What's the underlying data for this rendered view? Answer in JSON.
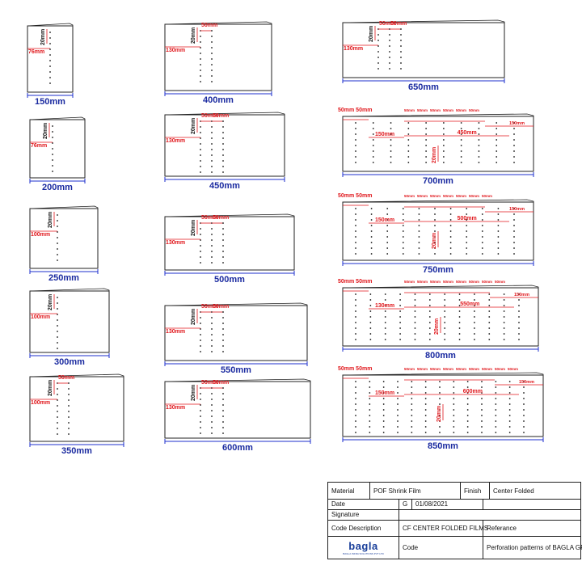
{
  "colors": {
    "red": "#e0161b",
    "blue": "#1d2fcc",
    "frame": "#222222"
  },
  "films": [
    {
      "id": "f150",
      "width_label": "150mm",
      "v_dim": "20mm",
      "h_dim": "76mm",
      "spacing": [],
      "perforations": 1
    },
    {
      "id": "f200",
      "width_label": "200mm",
      "v_dim": "20mm",
      "h_dim": "76mm",
      "spacing": [],
      "perforations": 1
    },
    {
      "id": "f250",
      "width_label": "250mm",
      "v_dim": "20mm",
      "h_dim": "100mm",
      "spacing": [],
      "perforations": 1
    },
    {
      "id": "f300",
      "width_label": "300mm",
      "v_dim": "20mm",
      "h_dim": "100mm",
      "spacing": [],
      "perforations": 1
    },
    {
      "id": "f350",
      "width_label": "350mm",
      "v_dim": "20mm",
      "h_dim": "100mm",
      "spacing": [
        "50mm"
      ],
      "perforations": 2
    },
    {
      "id": "f400",
      "width_label": "400mm",
      "v_dim": "20mm",
      "h_dim": "130mm",
      "spacing": [
        "50mm"
      ],
      "perforations": 2
    },
    {
      "id": "f450",
      "width_label": "450mm",
      "v_dim": "20mm",
      "h_dim": "130mm",
      "spacing": [
        "50mm",
        "50mm"
      ],
      "perforations": 3
    },
    {
      "id": "f500",
      "width_label": "500mm",
      "v_dim": "20mm",
      "h_dim": "130mm",
      "spacing": [
        "50mm",
        "50mm"
      ],
      "perforations": 3
    },
    {
      "id": "f550",
      "width_label": "550mm",
      "v_dim": "20mm",
      "h_dim": "130mm",
      "spacing": [
        "50mm",
        "50mm"
      ],
      "perforations": 3
    },
    {
      "id": "f600",
      "width_label": "600mm",
      "v_dim": "20mm",
      "h_dim": "130mm",
      "spacing": [
        "50mm",
        "50mm"
      ],
      "perforations": 3
    },
    {
      "id": "f650",
      "width_label": "650mm",
      "v_dim": "20mm",
      "h_dim": "130mm",
      "spacing": [
        "50mm",
        "50mm"
      ],
      "perforations": 3
    },
    {
      "id": "f700",
      "width_label": "700mm",
      "v_dim": "20mm",
      "left_dim": "150mm",
      "span_dim": "450mm",
      "right_dim": "150mm",
      "top_pair": [
        "50mm",
        "50mm"
      ],
      "spacing": [
        "50mm",
        "50mm",
        "50mm",
        "50mm",
        "50mm",
        "50mm"
      ],
      "perforations": 10
    },
    {
      "id": "f750",
      "width_label": "750mm",
      "v_dim": "20mm",
      "left_dim": "150mm",
      "span_dim": "500mm",
      "right_dim": "150mm",
      "top_pair": [
        "50mm",
        "50mm"
      ],
      "spacing": [
        "50mm",
        "50mm",
        "50mm",
        "50mm",
        "50mm",
        "50mm",
        "50mm"
      ],
      "perforations": 11
    },
    {
      "id": "f800",
      "width_label": "800mm",
      "v_dim": "20mm",
      "left_dim": "130mm",
      "span_dim": "550mm",
      "right_dim": "150mm",
      "top_pair": [
        "50mm",
        "50mm"
      ],
      "spacing": [
        "50mm",
        "50mm",
        "50mm",
        "50mm",
        "50mm",
        "50mm",
        "50mm",
        "50mm"
      ],
      "perforations": 12
    },
    {
      "id": "f850",
      "width_label": "850mm",
      "v_dim": "20mm",
      "left_dim": "150mm",
      "span_dim": "600mm",
      "right_dim": "150mm",
      "top_pair": [
        "50mm",
        "50mm"
      ],
      "spacing": [
        "50mm",
        "50mm",
        "50mm",
        "50mm",
        "50mm",
        "50mm",
        "50mm",
        "50mm",
        "50mm"
      ],
      "perforations": 13
    }
  ],
  "title_block": {
    "material_label": "Material",
    "material_value": "POF Shrink Film",
    "finish_label": "Finish",
    "finish_value": "Center Folded",
    "date_label": "Date",
    "rev": "G",
    "date_value": "01/08/2021",
    "signature_label": "Signature",
    "code_desc_label": "Code Description",
    "code_desc_value": "CF CENTER FOLDED FILMS",
    "reference_label": "Referance",
    "logo": "bagla",
    "logo_sub": "BAGLA INFRA SOLUTIONS PVT LTD",
    "code_label": "Code",
    "code_value": "Perforation patterns of BAGLA GROUP"
  }
}
